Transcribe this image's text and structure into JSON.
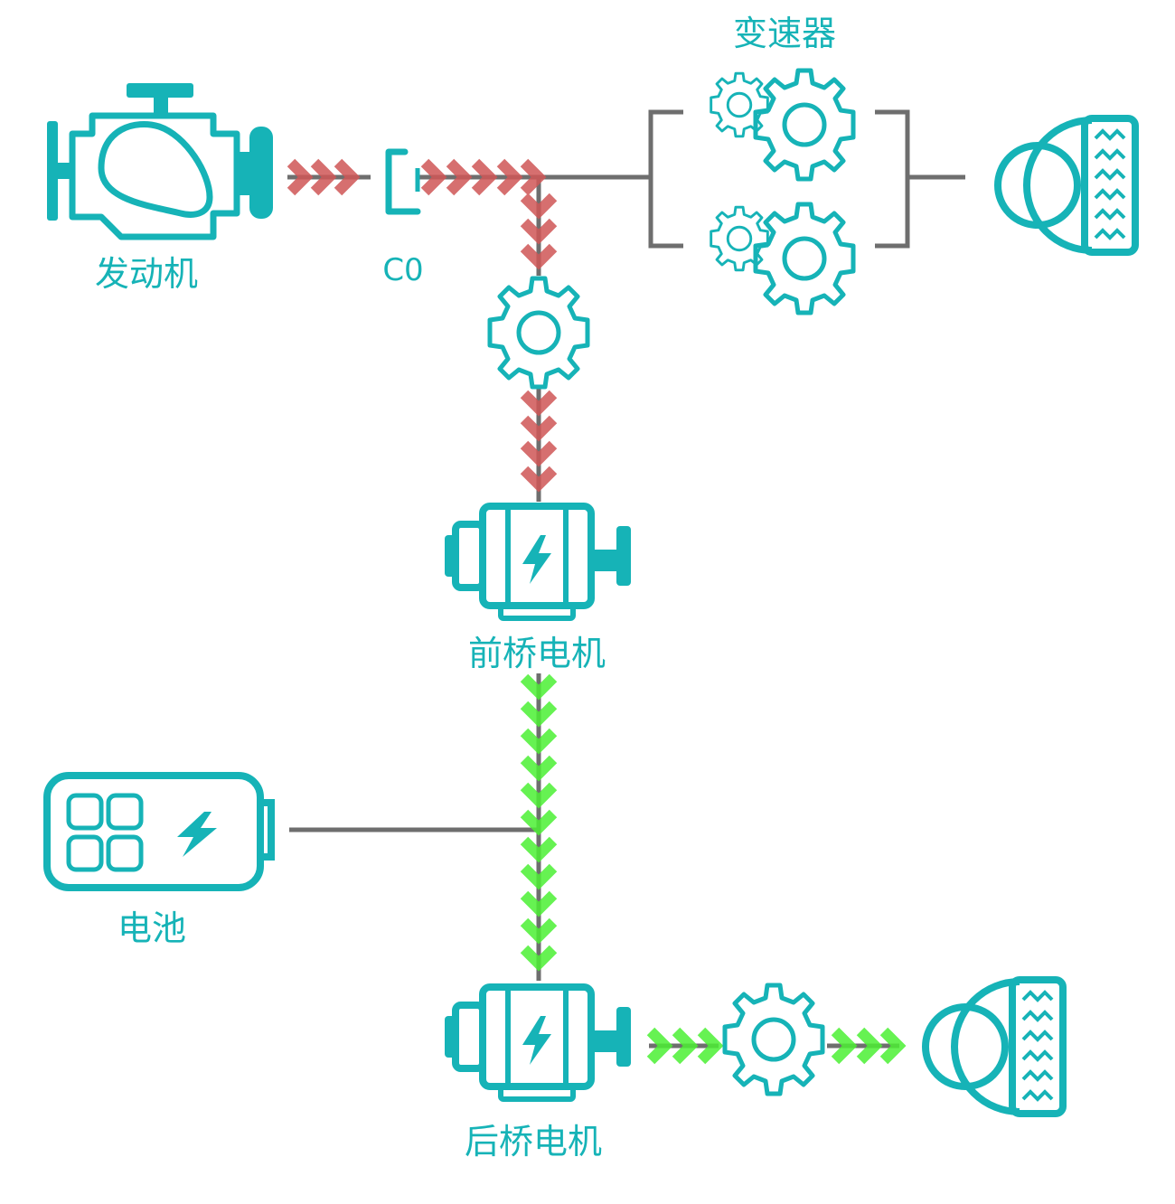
{
  "labels": {
    "engine": "发动机",
    "clutch": "C0",
    "transmission": "变速器",
    "front_motor": "前桥电机",
    "battery": "电池",
    "rear_motor": "后桥电机"
  },
  "colors": {
    "component": "#16b3b7",
    "shaft": "#6e6e6e",
    "engine_flow": "#d05757",
    "electric_flow": "#4cf034"
  },
  "icons": [
    "engine-icon",
    "clutch-icon",
    "gear-icon",
    "motor-icon",
    "battery-icon",
    "wheel-icon",
    "lightning-icon"
  ]
}
